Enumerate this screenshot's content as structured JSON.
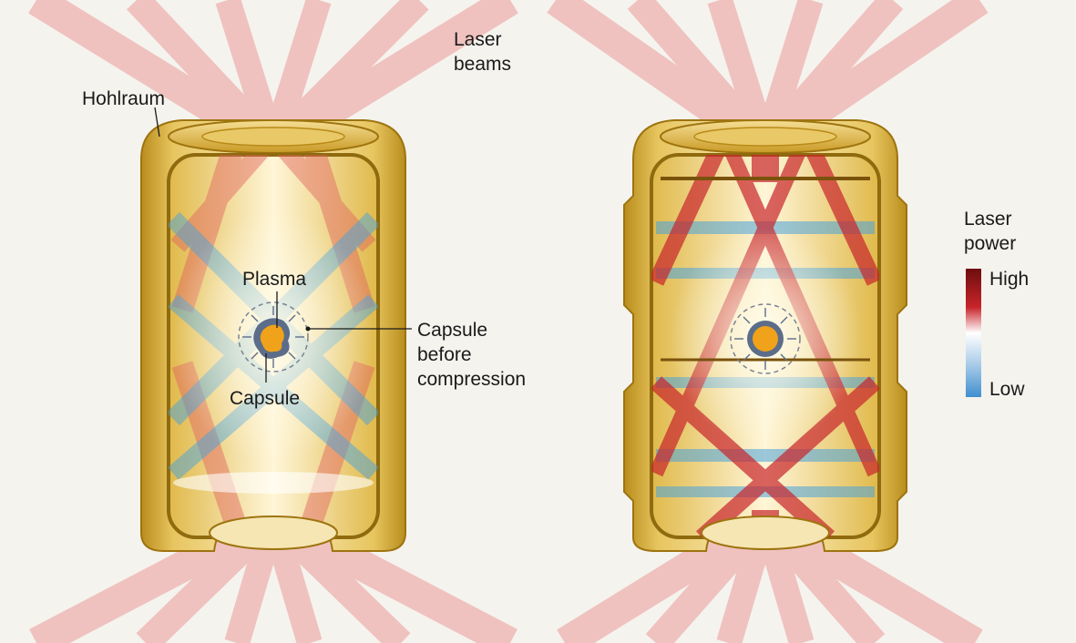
{
  "labels": {
    "laser_beams": [
      "Laser",
      "beams"
    ],
    "hohlraum": "Hohlraum",
    "plasma": "Plasma",
    "capsule": "Capsule",
    "capsule_before_compression": [
      "Capsule",
      "before",
      "compression"
    ]
  },
  "legend": {
    "title": [
      "Laser",
      "power"
    ],
    "high": "High",
    "low": "Low",
    "colors": [
      "#6e0d0d",
      "#c8242b",
      "#f0a0a0",
      "#ffffff",
      "#a8cbe8",
      "#3f8fcf"
    ]
  },
  "colors": {
    "background": "#f5f3ee",
    "gold_dark": "#b8880f",
    "gold_light": "#f7e4a6",
    "beam_red": "#e04848",
    "beam_blue": "#4aa3dc",
    "capsule_orange": "#f0a21a",
    "capsule_grey": "#5c6d8a"
  }
}
